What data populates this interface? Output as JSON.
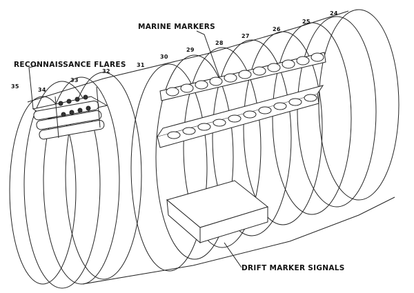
{
  "labels": {
    "reconnaissance_flares": "RECONNAISSANCE FLARES",
    "marine_markers": "MARINE MARKERS",
    "drift_marker_signals": "DRIFT MARKER SIGNALS"
  },
  "frame_numbers": [
    "35",
    "34",
    "33",
    "32",
    "31",
    "30",
    "29",
    "28",
    "27",
    "26",
    "25",
    "24"
  ]
}
